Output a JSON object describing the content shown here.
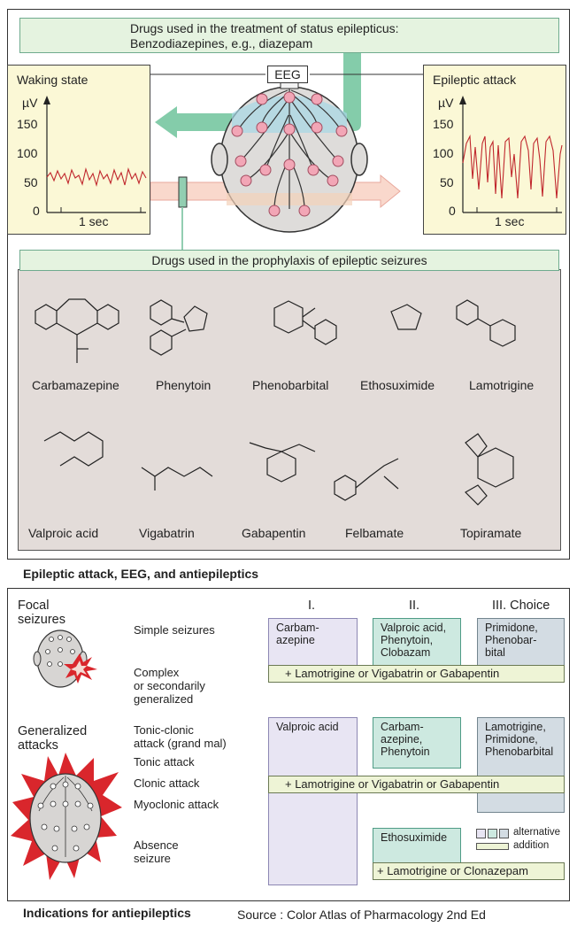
{
  "panel1": {
    "status_title_line1": "Drugs used in the treatment of status epilepticus:",
    "status_title_line2": "Benzodiazepines, e.g., diazepam",
    "eeg_label": "EEG",
    "waking": {
      "title": "Waking state",
      "unit": "µV",
      "ticks": [
        "150",
        "100",
        "50",
        "0"
      ],
      "time_label": "1 sec"
    },
    "epileptic": {
      "title": "Epileptic attack",
      "unit": "µV",
      "ticks": [
        "150",
        "100",
        "50",
        "0"
      ],
      "time_label": "1 sec"
    },
    "prophylaxis_title": "Drugs used in the prophylaxis of epileptic seizures",
    "drugs_row1": [
      "Carbamazepine",
      "Phenytoin",
      "Phenobarbital",
      "Ethosuximide",
      "Lamotrigine"
    ],
    "drugs_row2": [
      "Valproic acid",
      "Vigabatrin",
      "Gabapentin",
      "Felbamate",
      "Topiramate"
    ],
    "caption": "Epileptic attack, EEG, and antiepileptics"
  },
  "panel2": {
    "col_headers": [
      "I.",
      "II.",
      "III. Choice"
    ],
    "focal": {
      "title_line1": "Focal",
      "title_line2": "seizures",
      "simple": "Simple seizures",
      "complex_line1": "Complex",
      "complex_line2": "or secondarily",
      "complex_line3": "generalized"
    },
    "generalized": {
      "title_line1": "Generalized",
      "title_line2": "attacks",
      "tonic_clonic_line1": "Tonic-clonic",
      "tonic_clonic_line2": "attack (grand mal)",
      "tonic": "Tonic attack",
      "clonic": "Clonic attack",
      "myoclonic": "Myoclonic attack",
      "absence_line1": "Absence",
      "absence_line2": "seizure"
    },
    "focal_boxes": {
      "c1": [
        "Carbam-",
        "azepine"
      ],
      "c2": [
        "Valproic acid,",
        "Phenytoin,",
        "Clobazam"
      ],
      "c3": [
        "Primidone,",
        "Phenobar-",
        "bital"
      ]
    },
    "focal_addition": "+   Lamotrigine or Vigabatrin or Gabapentin",
    "gen_boxes": {
      "c1": [
        "Valproic acid"
      ],
      "c2": [
        "Carbam-",
        "azepine,",
        "Phenytoin"
      ],
      "c3": [
        "Lamotrigine,",
        "Primidone,",
        "Phenobarbital"
      ]
    },
    "gen_addition": "+   Lamotrigine or Vigabatrin or Gabapentin",
    "absence_box": "Ethosuximide",
    "absence_addition": "+ Lamotrigine or Clonazepam",
    "legend_alternative": "alternative",
    "legend_addition": "addition",
    "caption": "Indications for antiepileptics",
    "source": "Source : Color Atlas of Pharmacology 2nd Ed"
  },
  "colors": {
    "green_box": "#e5f3e0",
    "eeg_panel": "#fbf8d6",
    "drug_panel": "#e3dcd9",
    "trace": "#c0272d",
    "col1": "#e8e5f3",
    "col2": "#cde9e0",
    "col3": "#d3dce3",
    "starburst": "#d9262c"
  }
}
